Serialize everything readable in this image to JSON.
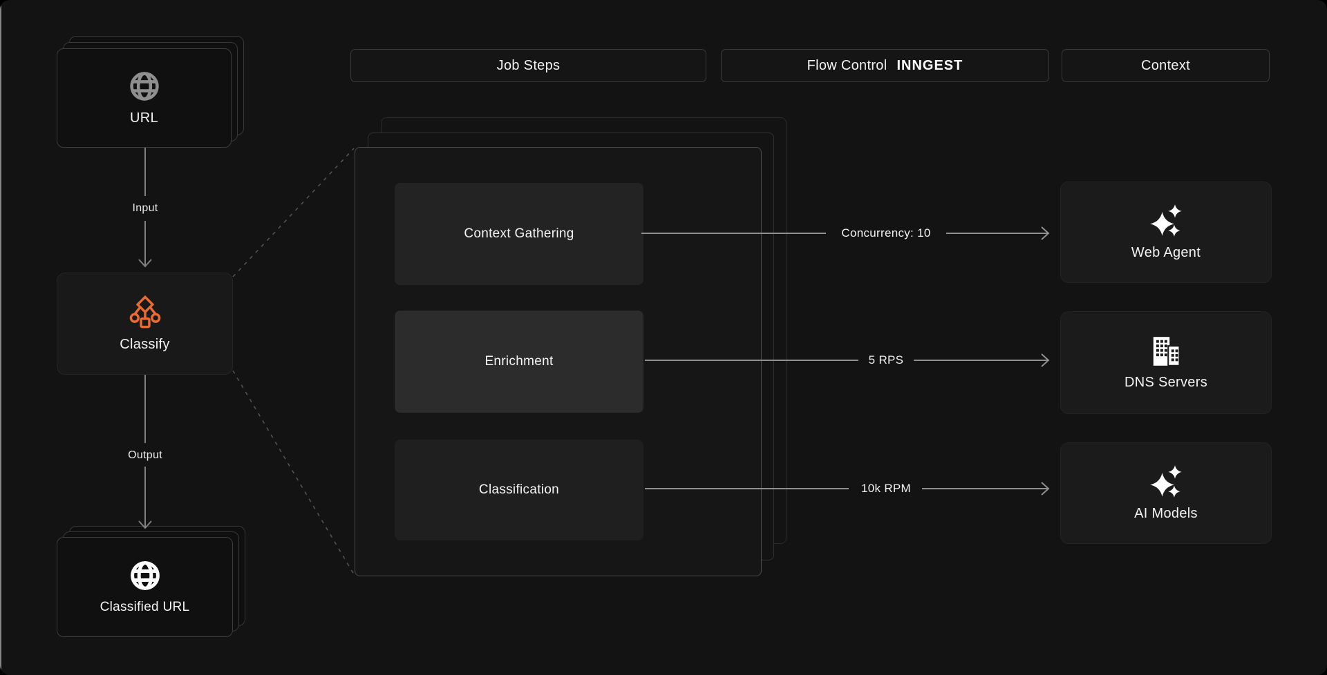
{
  "colors": {
    "background": "#131313",
    "accent_orange": "#E96B33",
    "connector_gray": "#909090",
    "panel_border": "#4a4a4a"
  },
  "headers": [
    {
      "id": "job-steps",
      "label": "Job Steps"
    },
    {
      "id": "flow-control",
      "label": "Flow Control",
      "logo": "INNGEST"
    },
    {
      "id": "context",
      "label": "Context"
    }
  ],
  "pipeline": {
    "source": {
      "label": "URL",
      "icon": "globe-icon"
    },
    "input_edge": {
      "label": "Input"
    },
    "process": {
      "label": "Classify",
      "icon": "classify-workflow-icon"
    },
    "output_edge": {
      "label": "Output"
    },
    "result": {
      "label": "Classified URL",
      "icon": "globe-icon"
    }
  },
  "job_panel": {
    "steps": [
      {
        "label": "Context Gathering"
      },
      {
        "label": "Enrichment"
      },
      {
        "label": "Classification"
      }
    ]
  },
  "flow_controls": [
    {
      "label": "Concurrency: 10"
    },
    {
      "label": "5 RPS"
    },
    {
      "label": "10k RPM"
    }
  ],
  "context_services": [
    {
      "label": "Web Agent",
      "icon": "sparkles-icon"
    },
    {
      "label": "DNS Servers",
      "icon": "building-icon"
    },
    {
      "label": "AI Models",
      "icon": "sparkles-icon"
    }
  ]
}
